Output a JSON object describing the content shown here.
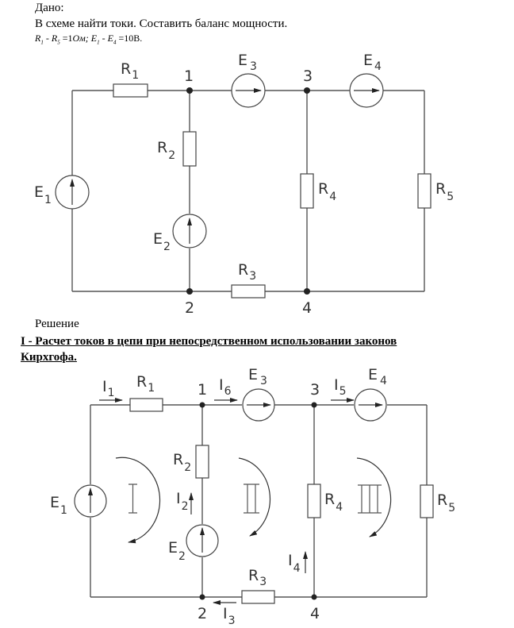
{
  "given": {
    "title": "Дано:",
    "task": "В схеме найти токи. Составить баланс мощности.",
    "params": {
      "r_range": "R1 - R5 = 1 Ом;",
      "e_range": "E1 - E4 = 10 В.",
      "r_from": "R",
      "r_from_sub": "1",
      "dash": "-",
      "r_to": "R",
      "r_to_sub": "5",
      "r_value": "=1",
      "r_unit": "Ом;",
      "e_from": "E",
      "e_from_sub": "1",
      "e_to": "E",
      "e_to_sub": "4",
      "e_value": "=10",
      "e_unit": "В."
    }
  },
  "solution": {
    "title": "Решение",
    "heading_line1": "I - Расчет токов в цепи при непосредственном использовании законов",
    "heading_line2": "Кирхгофа."
  },
  "circuit1": {
    "nodes": [
      "1",
      "2",
      "3",
      "4"
    ],
    "resistors": [
      {
        "name": "R",
        "sub": "1"
      },
      {
        "name": "R",
        "sub": "2"
      },
      {
        "name": "R",
        "sub": "3"
      },
      {
        "name": "R",
        "sub": "4"
      },
      {
        "name": "R",
        "sub": "5"
      }
    ],
    "sources": [
      {
        "name": "E",
        "sub": "1"
      },
      {
        "name": "E",
        "sub": "2"
      },
      {
        "name": "E",
        "sub": "3"
      },
      {
        "name": "E",
        "sub": "4"
      }
    ]
  },
  "circuit2": {
    "nodes": [
      "1",
      "2",
      "3",
      "4"
    ],
    "resistors": [
      {
        "name": "R",
        "sub": "1"
      },
      {
        "name": "R",
        "sub": "2"
      },
      {
        "name": "R",
        "sub": "3"
      },
      {
        "name": "R",
        "sub": "4"
      },
      {
        "name": "R",
        "sub": "5"
      }
    ],
    "sources": [
      {
        "name": "E",
        "sub": "1"
      },
      {
        "name": "E",
        "sub": "2"
      },
      {
        "name": "E",
        "sub": "3"
      },
      {
        "name": "E",
        "sub": "4"
      }
    ],
    "currents": [
      {
        "name": "I",
        "sub": "1"
      },
      {
        "name": "I",
        "sub": "2"
      },
      {
        "name": "I",
        "sub": "3"
      },
      {
        "name": "I",
        "sub": "4"
      },
      {
        "name": "I",
        "sub": "5"
      },
      {
        "name": "I",
        "sub": "6"
      }
    ],
    "loops": [
      "I",
      "II",
      "III"
    ]
  }
}
